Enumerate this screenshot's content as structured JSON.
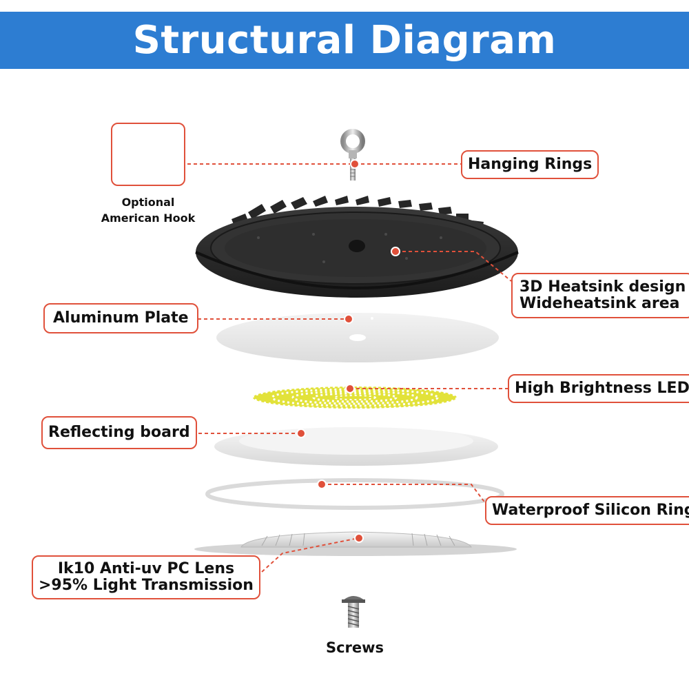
{
  "title": "Structural Diagram",
  "colors": {
    "header": "#2d7dd2",
    "accent": "#e0503a",
    "led": "#e2e23a"
  },
  "optional_hook": {
    "line1": "Optional",
    "line2": "American Hook"
  },
  "screws_label": "Screws",
  "labels": {
    "hanging_rings": "Hanging Rings",
    "heatsink_line1": "3D Heatsink design",
    "heatsink_line2": "Wideheatsink area",
    "aluminum_plate": "Aluminum Plate",
    "led": "High Brightness LED",
    "reflecting_board": "Reflecting board",
    "silicon_ring": "Waterproof Silicon Ring",
    "lens_line1": "Ik10 Anti-uv PC Lens",
    "lens_line2": ">95% Light Transmission"
  }
}
